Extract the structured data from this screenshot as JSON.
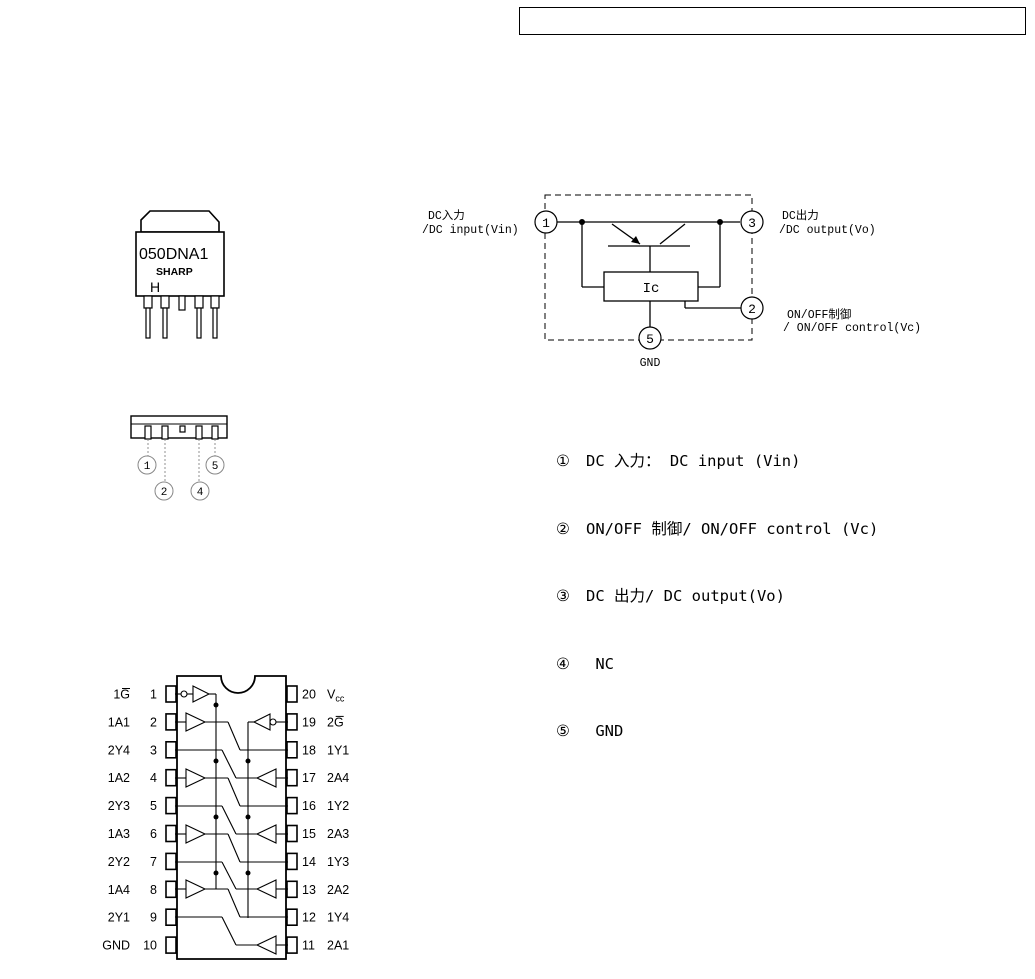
{
  "package": {
    "marking": "050DNA1",
    "brand": "SHARP",
    "code": "H",
    "pins": [
      "1",
      "2",
      "4",
      "5"
    ]
  },
  "regulator": {
    "labels": {
      "dc_input_jp": "DC入力",
      "dc_input_en": "/DC input(Vin)",
      "dc_output_jp": "DC出力",
      "dc_output_en": "/DC output(Vo)",
      "onoff_jp": "ON/OFF制御",
      "onoff_en": "/ ON/OFF control(Vc)",
      "gnd": "GND",
      "ic": "Ic"
    },
    "pins": {
      "p1": "1",
      "p2": "2",
      "p3": "3",
      "p5": "5"
    }
  },
  "pin_list": [
    {
      "num": "①",
      "text": "DC 入力： DC input (Vin)"
    },
    {
      "num": "②",
      "text": "ON/OFF 制御/ ON/OFF control (Vc)"
    },
    {
      "num": "③",
      "text": "DC 出力/ DC output(Vo)"
    },
    {
      "num": "④",
      "text": " NC"
    },
    {
      "num": "⑤",
      "text": " GND"
    }
  ],
  "buffer_ic": {
    "left_pins": [
      {
        "num": "1",
        "name": "1G"
      },
      {
        "num": "2",
        "name": "1A1"
      },
      {
        "num": "3",
        "name": "2Y4"
      },
      {
        "num": "4",
        "name": "1A2"
      },
      {
        "num": "5",
        "name": "2Y3"
      },
      {
        "num": "6",
        "name": "1A3"
      },
      {
        "num": "7",
        "name": "2Y2"
      },
      {
        "num": "8",
        "name": "1A4"
      },
      {
        "num": "9",
        "name": "2Y1"
      },
      {
        "num": "10",
        "name": "GND"
      }
    ],
    "right_pins": [
      {
        "num": "20",
        "name": "V",
        "sub": "cc"
      },
      {
        "num": "19",
        "name": "2G"
      },
      {
        "num": "18",
        "name": "1Y1"
      },
      {
        "num": "17",
        "name": "2A4"
      },
      {
        "num": "16",
        "name": "1Y2"
      },
      {
        "num": "15",
        "name": "2A3"
      },
      {
        "num": "14",
        "name": "1Y3"
      },
      {
        "num": "13",
        "name": "2A2"
      },
      {
        "num": "12",
        "name": "1Y4"
      },
      {
        "num": "11",
        "name": "2A1"
      }
    ]
  }
}
